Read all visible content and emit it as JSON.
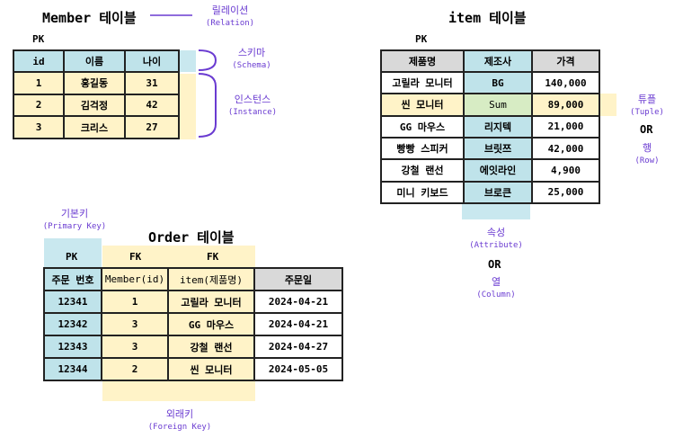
{
  "member": {
    "title": "Member 테이블",
    "pk": "PK",
    "headers": [
      "id",
      "이름",
      "나이"
    ],
    "rows": [
      [
        "1",
        "홍길동",
        "31"
      ],
      [
        "2",
        "김걱정",
        "42"
      ],
      [
        "3",
        "크리스",
        "27"
      ]
    ]
  },
  "item": {
    "title": "item 테이블",
    "pk": "PK",
    "headers": [
      "제품명",
      "제조사",
      "가격"
    ],
    "rows": [
      [
        "고릴라 모니터",
        "BG",
        "140,000"
      ],
      [
        "씬 모니터",
        "Sum",
        "89,000"
      ],
      [
        "GG 마우스",
        "리지텍",
        "21,000"
      ],
      [
        "빵빵 스피커",
        "브릿쯔",
        "42,000"
      ],
      [
        "강철 랜선",
        "에잇라인",
        "4,900"
      ],
      [
        "미니 키보드",
        "브로큰",
        "25,000"
      ]
    ]
  },
  "order": {
    "title": "Order 테이블",
    "pk": "PK",
    "fk1": "FK",
    "fk2": "FK",
    "headers": [
      "주문 번호",
      "Member(id)",
      "item(제품명)",
      "주문일"
    ],
    "rows": [
      [
        "12341",
        "1",
        "고릴라 모니터",
        "2024-04-21"
      ],
      [
        "12342",
        "3",
        "GG 마우스",
        "2024-04-21"
      ],
      [
        "12343",
        "3",
        "강철 랜선",
        "2024-04-27"
      ],
      [
        "12344",
        "2",
        "씬 모니터",
        "2024-05-05"
      ]
    ]
  },
  "labels": {
    "relation": "릴레이션",
    "relation_en": "(Relation)",
    "schema": "스키마",
    "schema_en": "(Schema)",
    "instance": "인스턴스",
    "instance_en": "(Instance)",
    "tuple": "튜플",
    "tuple_en": "(Tuple)",
    "or1": "OR",
    "row": "행",
    "row_en": "(Row)",
    "attribute": "속성",
    "attribute_en": "(Attribute)",
    "or2": "OR",
    "column": "열",
    "column_en": "(Column)",
    "primary_key": "기본키",
    "primary_key_en": "(Primary Key)",
    "foreign_key": "외래키",
    "foreign_key_en": "(Foreign Key)"
  },
  "colors": {
    "purple": "#6a3bd1",
    "teal": "#bfe3ea",
    "cream": "#fff3c8",
    "green": "#d7ecc4",
    "header_gray": "#d9d9d9"
  }
}
